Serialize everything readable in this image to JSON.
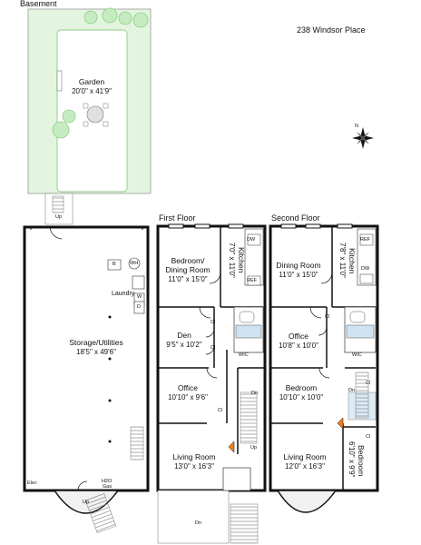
{
  "address": "238 Windsor Place",
  "compass": {
    "label": "N"
  },
  "floors": {
    "basement": {
      "title": "Basement",
      "garden": {
        "name": "Garden",
        "dims": "20'0\" x 41'9\""
      },
      "storage": {
        "name": "Storage/Utilities",
        "dims": "18'5\" x 49'6\""
      },
      "laundry": "Laundry",
      "up_rear": "Up",
      "up_front": "Up",
      "elec": "Elec",
      "h2o_gas_1": "H2O",
      "h2o_gas_2": "Gas",
      "appliances": {
        "b": "B",
        "wh": "WH",
        "w": "W",
        "d": "D"
      }
    },
    "first": {
      "title": "First Floor",
      "bedroom_dining": {
        "name_1": "Bedroom/",
        "name_2": "Dining Room",
        "dims": "11'0\" x 15'0\""
      },
      "kitchen": {
        "name": "Kitchen",
        "dims": "7'0\" x 11'0\""
      },
      "den": {
        "name": "Den",
        "dims": "9'5\" x 10'2\""
      },
      "office": {
        "name": "Office",
        "dims": "10'10\" x 9'6\""
      },
      "living": {
        "name": "Living Room",
        "dims": "13'0\" x 16'3\""
      },
      "dw": "DW",
      "ref": "REF",
      "cl_1": "Cl",
      "cl_2": "Cl",
      "cl_3": "Cl",
      "wic": "WIC",
      "dn_stair": "Dn",
      "up_stair": "Up",
      "dn_stoop": "Dn"
    },
    "second": {
      "title": "Second Floor",
      "dining": {
        "name": "Dining Room",
        "dims": "11'0\" x 15'0\""
      },
      "kitchen": {
        "name": "Kitchen",
        "dims": "7'8\" x 11'0\""
      },
      "office": {
        "name": "Office",
        "dims": "10'8\" x 10'0\""
      },
      "bedroom_1": {
        "name": "Bedroom",
        "dims": "10'10\" x 10'0\""
      },
      "living": {
        "name": "Living Room",
        "dims": "12'0\" x 16'3\""
      },
      "bedroom_2": {
        "name": "Bedroom",
        "dims": "6'10\" x 9'9\""
      },
      "ref": "REF",
      "dw": "DW",
      "cl_1": "Cl",
      "cl_2": "Cl",
      "cl_3": "Cl",
      "wic": "WIC",
      "dn_stair": "Dn"
    }
  },
  "colors": {
    "wall": "#111111",
    "garden_fill": "#e4f5df",
    "tree_fill": "#c5ecc0",
    "tree_stroke": "#8fcf88",
    "bath_fill": "#cfe3f2",
    "stair_arrow": "#f27f1b",
    "bay_fill": "#f1f1f1"
  }
}
